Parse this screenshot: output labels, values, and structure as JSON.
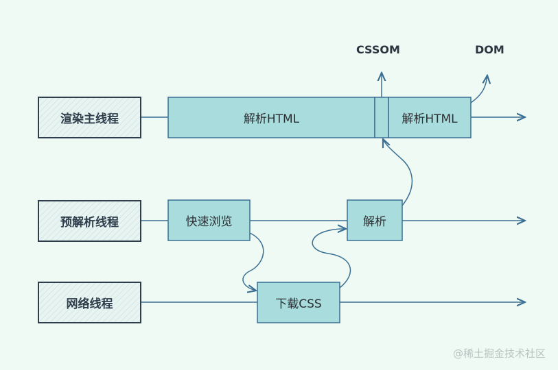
{
  "threads": [
    {
      "id": "render",
      "label": "渲染主线程"
    },
    {
      "id": "preparse",
      "label": "预解析线程"
    },
    {
      "id": "network",
      "label": "网络线程"
    }
  ],
  "boxes": {
    "parse_html_1": "解析HTML",
    "parse_html_2": "解析HTML",
    "quick_scan": "快速浏览",
    "parse": "解析",
    "download_css": "下载CSS"
  },
  "outputs": {
    "cssom": "CSSOM",
    "dom": "DOM"
  },
  "watermark": "@稀土掘金技术社区",
  "colors": {
    "background": "#eefaf3",
    "box_fill": "#a9dcdc",
    "stroke": "#3b6f93",
    "label_fill": "#e6f2f0"
  }
}
